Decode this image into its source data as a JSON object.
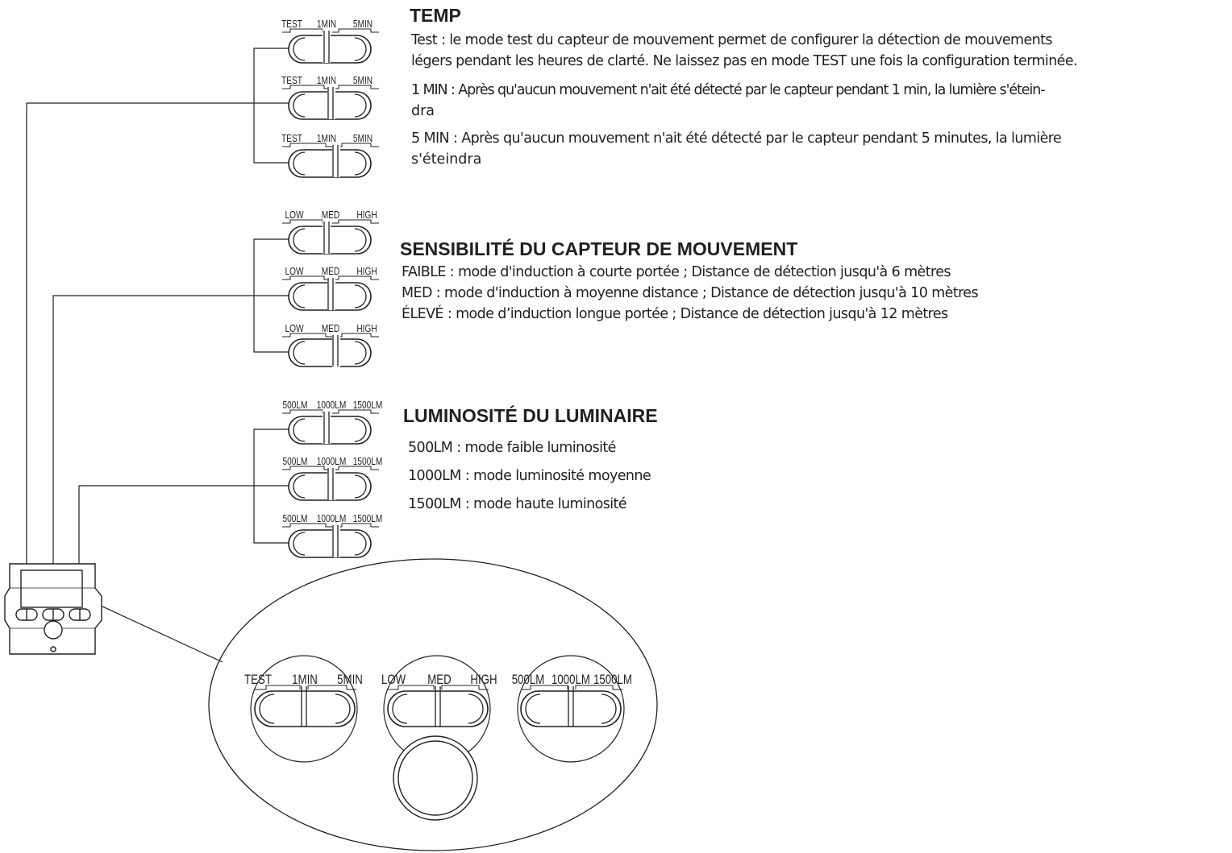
{
  "sections": {
    "temp": {
      "heading": "TEMP",
      "switch_labels": [
        "TEST",
        "1MIN",
        "5MIN"
      ],
      "paragraphs": [
        "Test : le mode test du capteur de mouvement permet de configurer la détection de mouvements légers pendant les heures de clarté. Ne laissez pas en mode TEST une fois la configuration terminée.",
        "1 MIN : Après qu'aucun mouvement n'ait été détecté par le capteur pendant 1 min, la lumière s'étein-dra",
        "5 MIN : Après qu'aucun mouvement n'ait été détecté par le capteur pendant 5 minutes, la lumière s'éteindra"
      ],
      "lines": [
        "Test : le mode test du capteur de mouvement permet de configurer la détection de mouvements",
        "légers pendant les heures de clarté. Ne laissez pas en mode TEST une fois la configuration terminée.",
        "1 MIN : Après qu'aucun mouvement n'ait été détecté par le capteur pendant 1 min, la lumière s'étein-",
        "dra",
        "5 MIN : Après qu'aucun mouvement n'ait été détecté par le capteur pendant 5 minutes, la lumière",
        "s'éteindra"
      ]
    },
    "sensitivity": {
      "heading": "SENSIBILITÉ DU CAPTEUR DE MOUVEMENT",
      "switch_labels": [
        "LOW",
        "MED",
        "HIGH"
      ],
      "lines": [
        "FAIBLE : mode d'induction à courte portée ; Distance de détection jusqu'à 6 mètres",
        "MED : mode d'induction à moyenne distance ; Distance de détection jusqu'à 10 mètres",
        "ÉLEVÉ : mode d’induction longue portée ; Distance de détection jusqu'à 12 mètres"
      ]
    },
    "brightness": {
      "heading": "LUMINOSITÉ DU LUMINAIRE",
      "switch_labels": [
        "500LM",
        "1000LM",
        "1500LM"
      ],
      "lines": [
        "500LM : mode faible luminosité",
        "1000LM : mode luminosité moyenne",
        "1500LM : mode haute luminosité"
      ]
    }
  },
  "switch_positions": [
    "TEST/LOW/500LM",
    "1MIN/MED/1000LM",
    "5MIN/HIGH/1500LM"
  ],
  "colors": {
    "ink": "#231f20",
    "background": "#ffffff"
  }
}
